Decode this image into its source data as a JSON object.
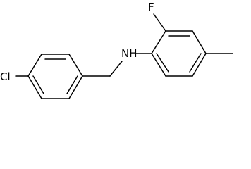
{
  "molecule": {
    "atoms": {
      "chlorine": "Cl",
      "amine": "NH",
      "fluorine": "F"
    },
    "colors": {
      "bond": "#000000",
      "label": "#000000",
      "background": "#ffffff"
    }
  }
}
